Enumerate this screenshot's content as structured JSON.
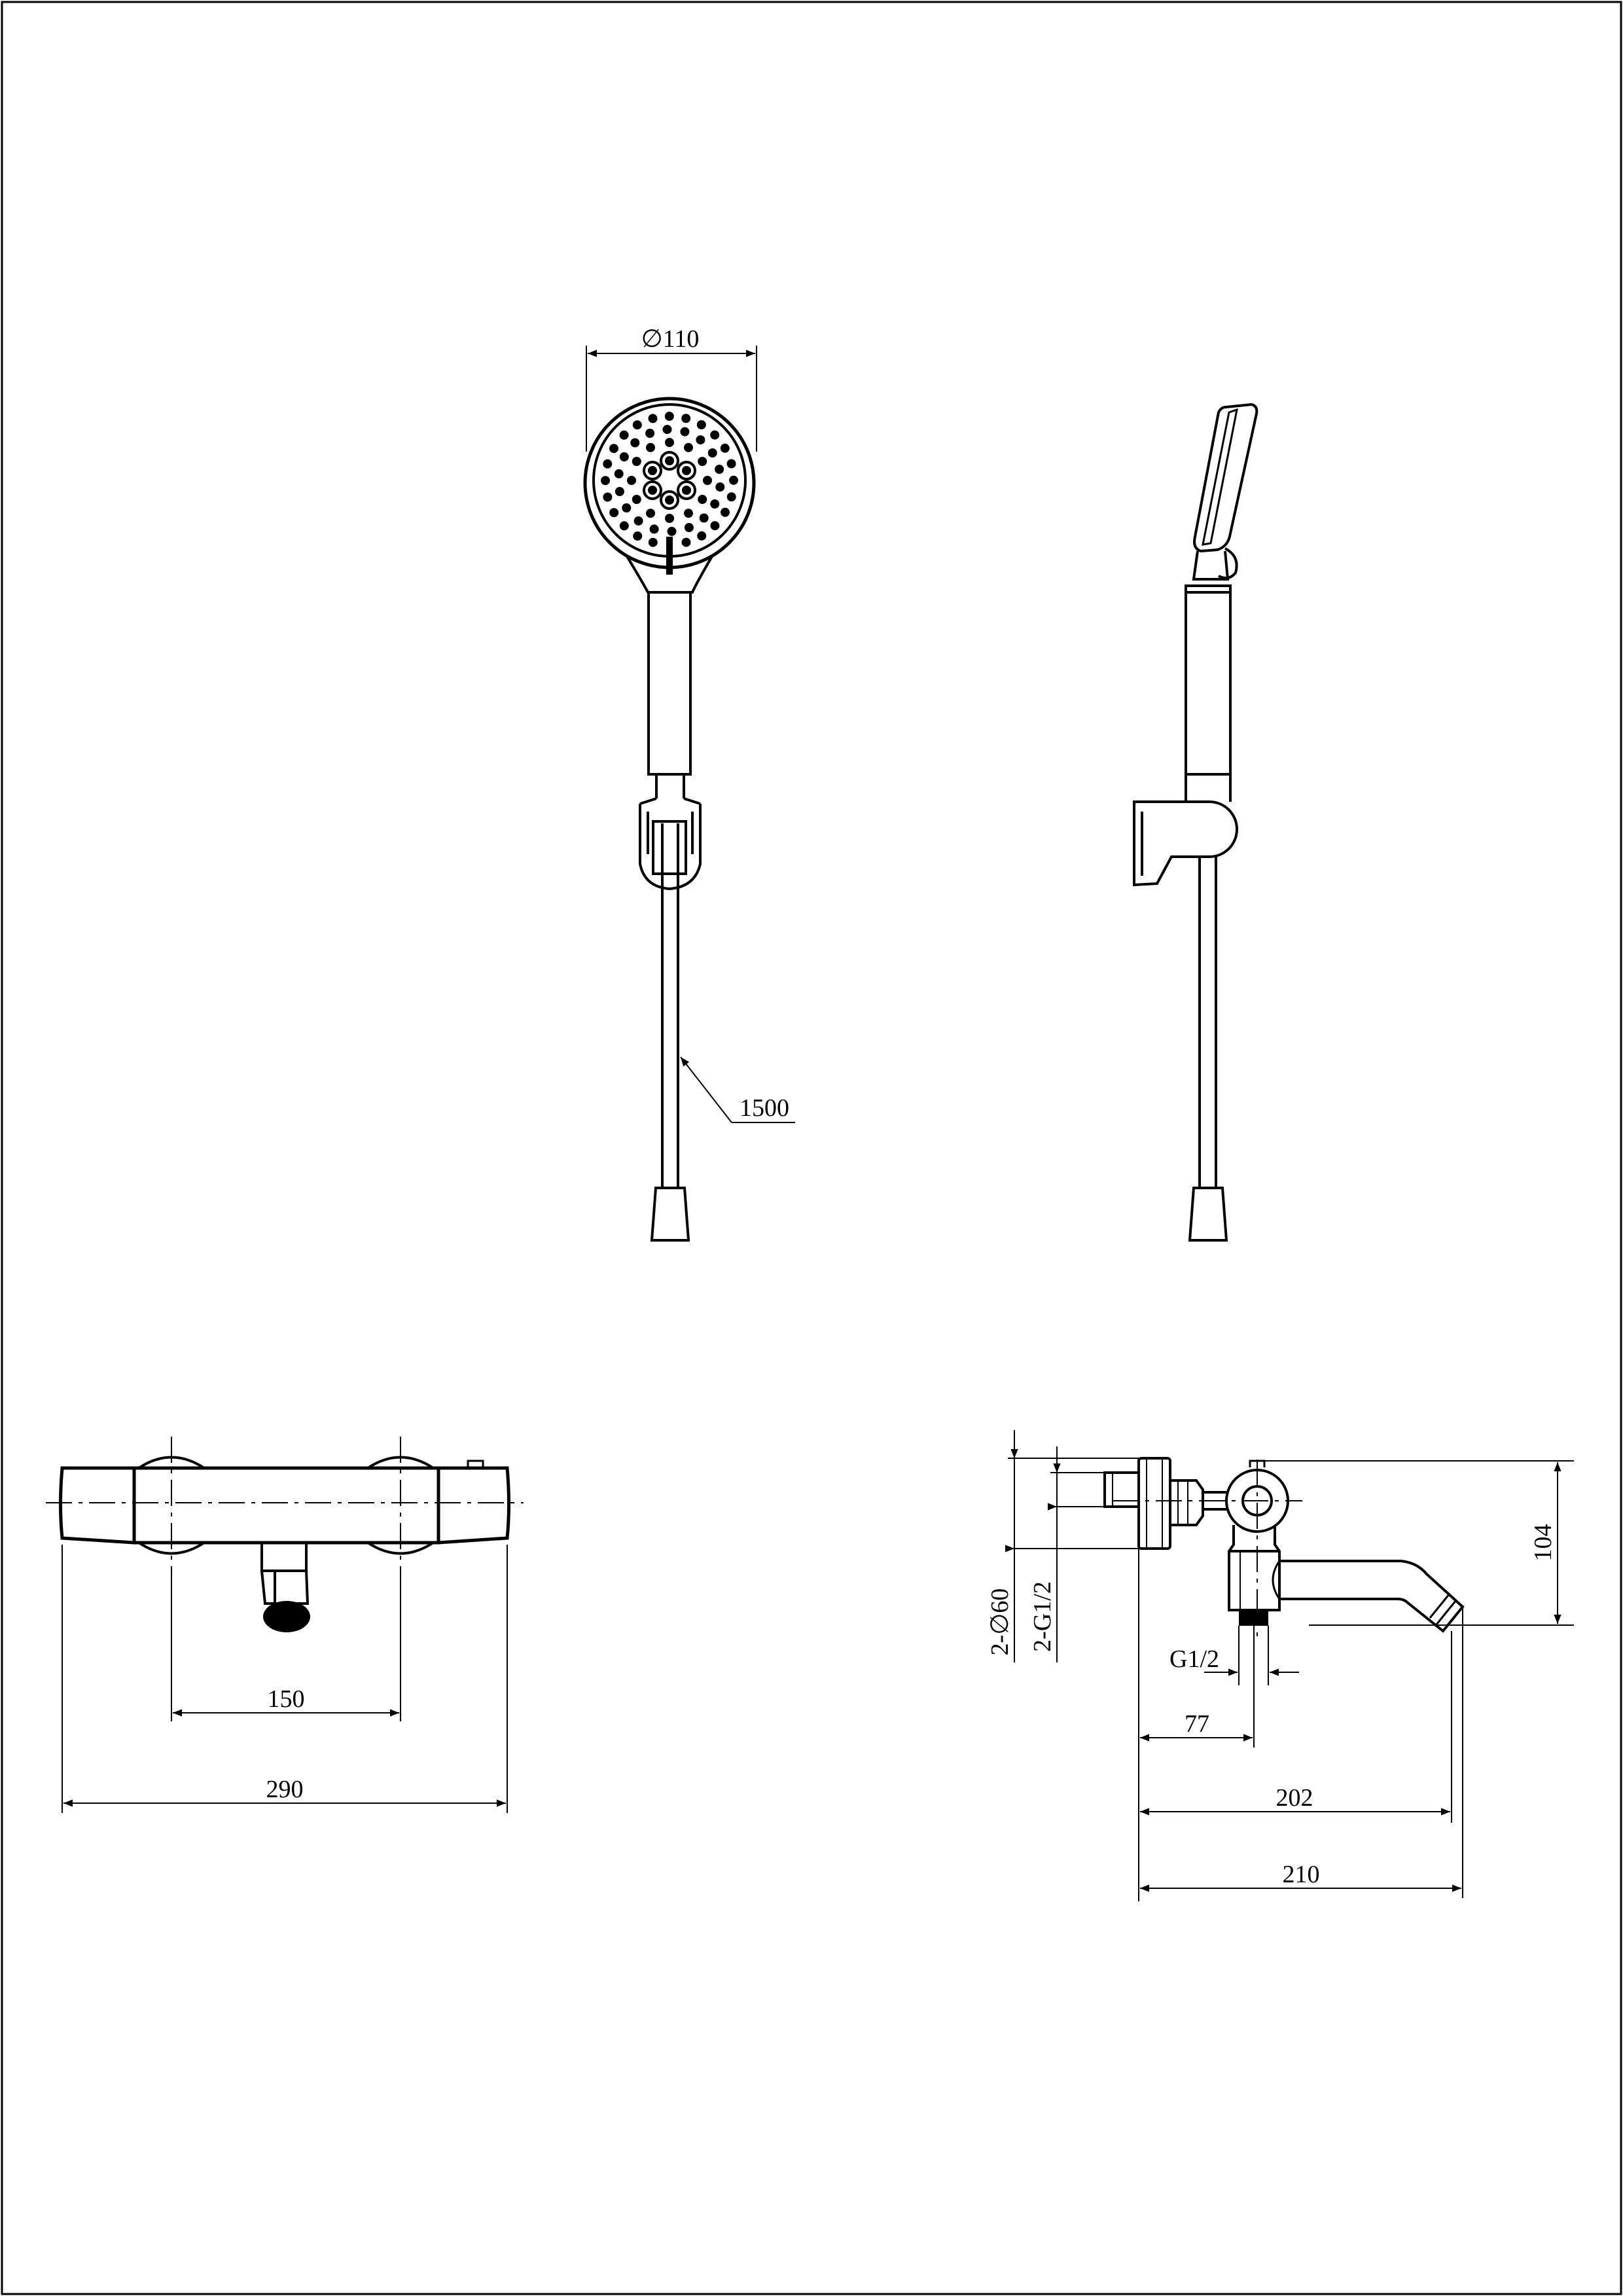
{
  "drawing": {
    "line_color": "#000000",
    "background": "#ffffff",
    "dimensions": {
      "head_diameter": "∅110",
      "hose_length": "1500",
      "center_distance": "150",
      "overall_width": "290",
      "height_104": "104",
      "connections_diameter": "2-∅60",
      "connections_thread": "2-G1/2",
      "outlet_thread": "G1/2",
      "depth_77": "77",
      "reach_202": "202",
      "reach_210": "210"
    }
  }
}
